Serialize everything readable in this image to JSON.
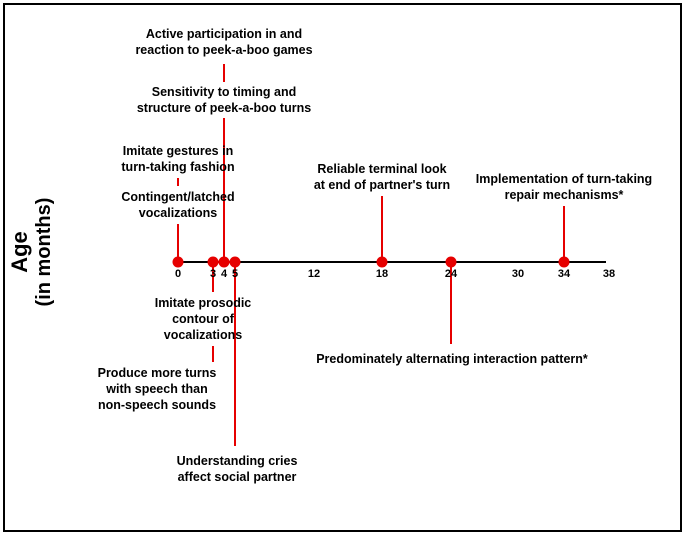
{
  "axis": {
    "title_line1": "Age",
    "title_line2": "(in months)",
    "ticks": [
      "0",
      "3",
      "4",
      "5",
      "12",
      "18",
      "24",
      "30",
      "34",
      "38"
    ]
  },
  "colors": {
    "marker": "#e60000",
    "axis": "#000000"
  },
  "milestones": {
    "peekaboo_participation": [
      "Active participation in and",
      "reaction to peek-a-boo games"
    ],
    "peekaboo_timing": [
      "Sensitivity to timing and",
      "structure of peek-a-boo turns"
    ],
    "imitate_gestures": [
      "Imitate gestures in",
      "turn-taking fashion"
    ],
    "contingent_vocalizations": [
      "Contingent/latched",
      "vocalizations"
    ],
    "terminal_look": [
      "Reliable terminal look",
      "at end of partner's turn"
    ],
    "repair_mechanisms": [
      "Implementation of turn-taking",
      "repair mechanisms*"
    ],
    "prosodic_contour": [
      "Imitate prosodic",
      "contour of",
      "vocalizations"
    ],
    "more_turns_speech": [
      "Produce more turns",
      "with speech than",
      "non-speech sounds"
    ],
    "alternating_pattern": [
      "Predominately alternating interaction pattern*"
    ],
    "understanding_cries": [
      "Understanding cries",
      "affect social partner"
    ]
  }
}
